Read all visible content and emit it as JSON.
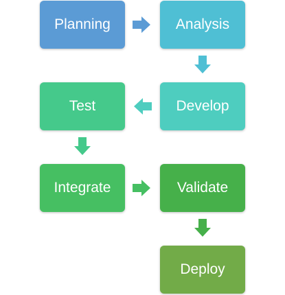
{
  "steps": [
    {
      "label": "Planning",
      "color": "#5b9bd5"
    },
    {
      "label": "Analysis",
      "color": "#4fbfd4"
    },
    {
      "label": "Develop",
      "color": "#4ecdbf"
    },
    {
      "label": "Test",
      "color": "#45c98b"
    },
    {
      "label": "Integrate",
      "color": "#46bf62"
    },
    {
      "label": "Validate",
      "color": "#46b04a"
    },
    {
      "label": "Deploy",
      "color": "#72ab48"
    }
  ],
  "arrows": [
    {
      "direction": "right",
      "color": "#5b9bd5"
    },
    {
      "direction": "down",
      "color": "#4fbfd4"
    },
    {
      "direction": "left",
      "color": "#4ecdbf"
    },
    {
      "direction": "down",
      "color": "#45c98b"
    },
    {
      "direction": "right",
      "color": "#46bf62"
    },
    {
      "direction": "down",
      "color": "#46b04a"
    }
  ]
}
